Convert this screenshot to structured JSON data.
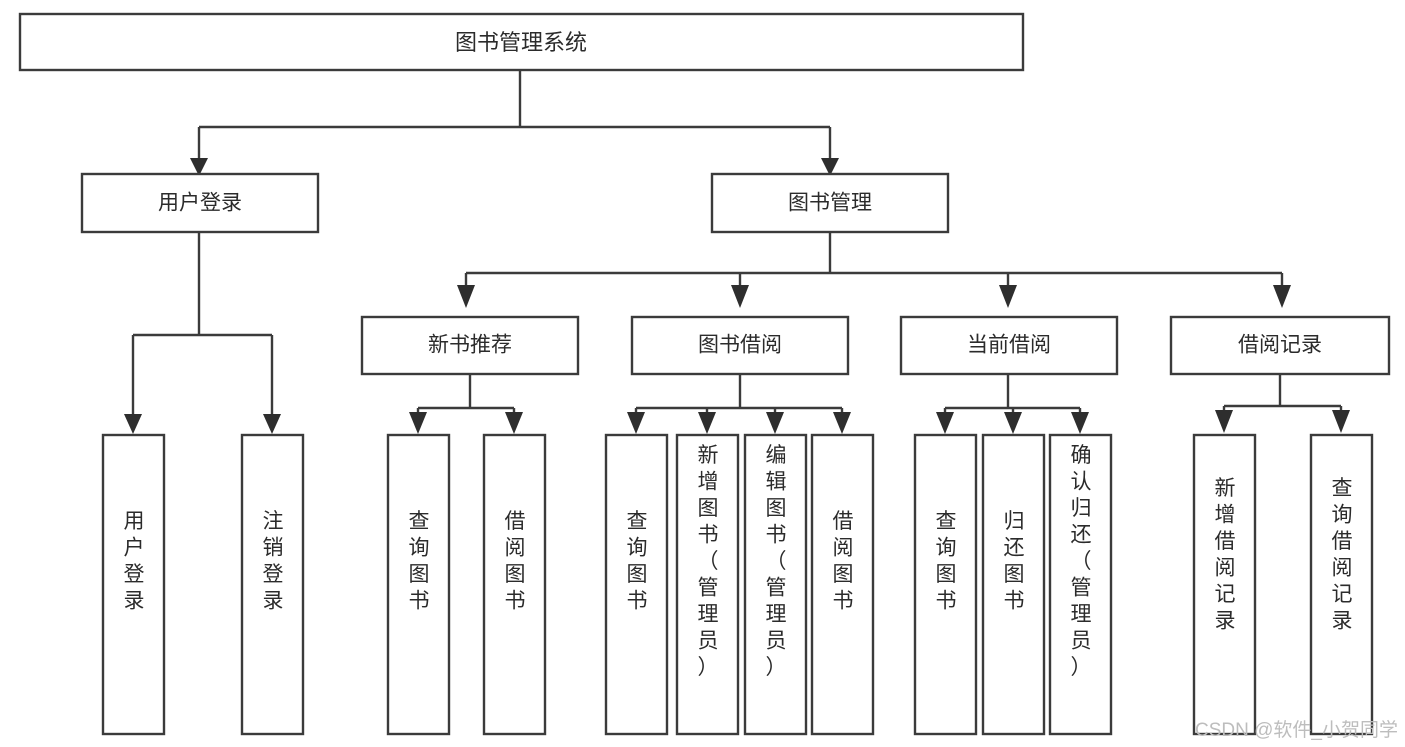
{
  "diagram": {
    "type": "tree",
    "title": "图书管理系统",
    "levels": {
      "root": {
        "label": "图书管理系统"
      },
      "level2": [
        {
          "id": "user-login",
          "label": "用户登录"
        },
        {
          "id": "book-management",
          "label": "图书管理"
        }
      ],
      "level3": [
        {
          "id": "new-book-recommend",
          "label": "新书推荐",
          "parent": "book-management"
        },
        {
          "id": "book-borrow",
          "label": "图书借阅",
          "parent": "book-management"
        },
        {
          "id": "current-borrow",
          "label": "当前借阅",
          "parent": "book-management"
        },
        {
          "id": "borrow-record",
          "label": "借阅记录",
          "parent": "book-management"
        }
      ],
      "leaves": [
        {
          "id": "leaf-user-login",
          "label": "用户登录",
          "parent": "user-login"
        },
        {
          "id": "leaf-logout-login",
          "label": "注销登录",
          "parent": "user-login"
        },
        {
          "id": "leaf-query-book-1",
          "label": "查询图书",
          "parent": "new-book-recommend"
        },
        {
          "id": "leaf-borrow-book-1",
          "label": "借阅图书",
          "parent": "new-book-recommend"
        },
        {
          "id": "leaf-query-book-2",
          "label": "查询图书",
          "parent": "book-borrow"
        },
        {
          "id": "leaf-add-book",
          "label": "新增图书（管理员）",
          "parent": "book-borrow"
        },
        {
          "id": "leaf-edit-book",
          "label": "编辑图书（管理员）",
          "parent": "book-borrow"
        },
        {
          "id": "leaf-borrow-book-2",
          "label": "借阅图书",
          "parent": "book-borrow"
        },
        {
          "id": "leaf-query-book-3",
          "label": "查询图书",
          "parent": "current-borrow"
        },
        {
          "id": "leaf-return-book",
          "label": "归还图书",
          "parent": "current-borrow"
        },
        {
          "id": "leaf-confirm-return",
          "label": "确认归还（管理员）",
          "parent": "current-borrow"
        },
        {
          "id": "leaf-add-record",
          "label": "新增借阅记录",
          "parent": "borrow-record"
        },
        {
          "id": "leaf-query-record",
          "label": "查询借阅记录",
          "parent": "borrow-record"
        }
      ]
    },
    "colors": {
      "box_stroke": "#3b3b3b",
      "box_fill": "#ffffff",
      "text": "#2b2b2b",
      "connector": "#3b3b3b",
      "background": "#ffffff",
      "watermark": "#bdbdbd"
    }
  },
  "watermark": {
    "text": "CSDN @软件_小贺同学"
  }
}
